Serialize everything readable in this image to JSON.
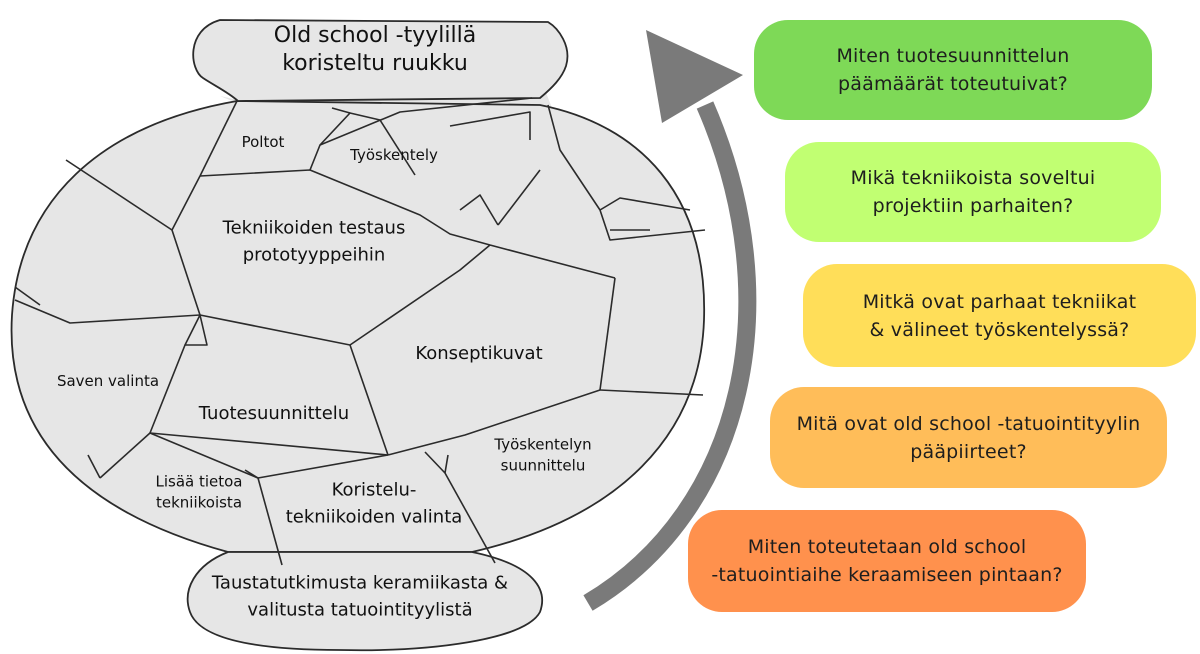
{
  "pot": {
    "top_label": [
      "Old school -tyylillä",
      "koristeltu ruukku"
    ],
    "cells": {
      "poltot": [
        "Poltot"
      ],
      "tyoskentely": [
        "Työskentely"
      ],
      "testaus": [
        "Tekniikoiden testaus",
        "prototyyppeihin"
      ],
      "konseptikuvat": [
        "Konseptikuvat"
      ],
      "saven_valinta": [
        "Saven valinta"
      ],
      "tuotesuunnittelu": [
        "Tuotesuunnittelu"
      ],
      "tyoskentelyn_suunnittelu": [
        "Työskentelyn",
        "suunnittelu"
      ],
      "lisaa_tietoa": [
        "Lisää tietoa",
        "tekniikoista"
      ],
      "koristelu": [
        "Koristelu-",
        "tekniikoiden valinta"
      ]
    },
    "base_label": [
      "Taustatutkimusta keramiikasta &",
      "valitusta tatuointityylistä"
    ]
  },
  "questions": [
    {
      "text": "Miten tuotesuunnittelun\npäämäärät toteutuivat?",
      "color": "#7ed957"
    },
    {
      "text": "Mikä tekniikoista soveltui\nprojektiin parhaiten?",
      "color": "#c1ff72"
    },
    {
      "text": "Mitkä ovat parhaat tekniikat\n& välineet työskentelyssä?",
      "color": "#ffde59"
    },
    {
      "text": "Mitä ovat old school -tatuointityylin\npääpiirteet?",
      "color": "#ffbd59"
    },
    {
      "text": "Miten toteutetaan old school\n-tatuointiaihe keraamiseen pintaan?",
      "color": "#ff914d"
    }
  ],
  "colors": {
    "pot_fill": "#e6e6e6",
    "pot_stroke": "#2b2b2b",
    "arrow": "#7a7a7a"
  }
}
